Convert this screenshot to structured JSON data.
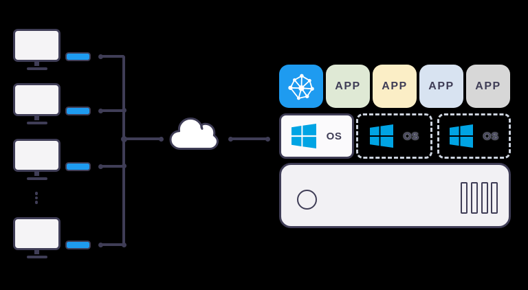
{
  "colors": {
    "background": "#000000",
    "outline": "#3f3d56",
    "device_blue": "#1e9bf0",
    "windows_blue": "#00a4e4",
    "app_tile_colors": [
      "#1e9bf0",
      "#dfe9d5",
      "#fbeec6",
      "#d8e3f1",
      "#d7d7d7"
    ],
    "panel_fill": "#f5f4f6",
    "cloud_fill": "#ffffff"
  },
  "clients": {
    "workstation_count": 4,
    "ellipsis_dot_count": 3
  },
  "cloud": {
    "icon": "cloud-icon"
  },
  "stack": {
    "apps": [
      {
        "icon": "network-icon"
      },
      {
        "label": "APP"
      },
      {
        "label": "APP"
      },
      {
        "label": "APP"
      },
      {
        "label": "APP"
      }
    ],
    "os": [
      {
        "label": "OS",
        "border": "solid"
      },
      {
        "label": "OS",
        "border": "dashed"
      },
      {
        "label": "OS",
        "border": "dashed"
      }
    ],
    "server": {
      "icon": "server-chassis"
    }
  }
}
